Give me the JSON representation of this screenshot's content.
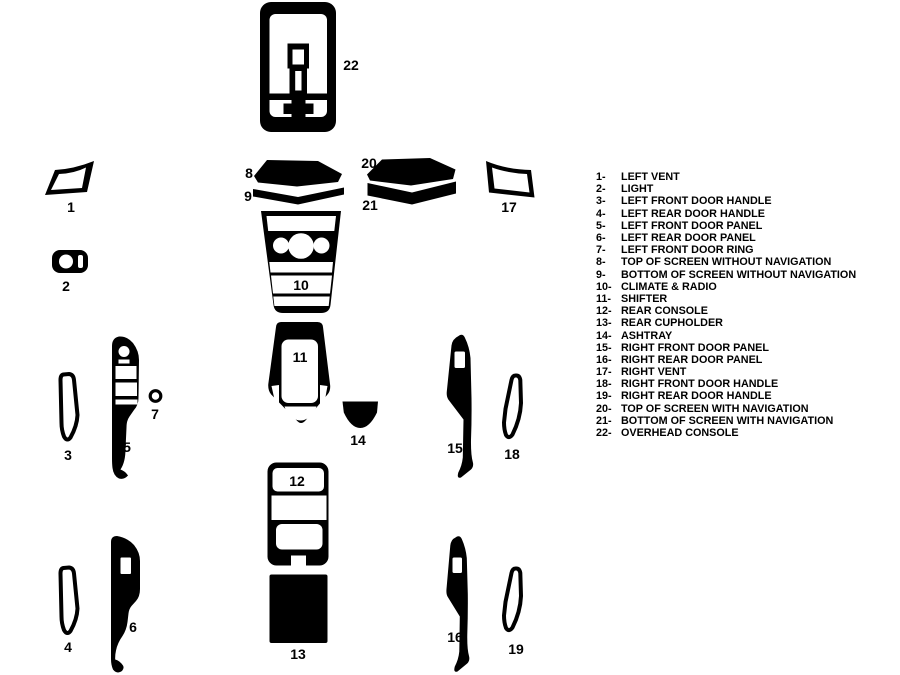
{
  "colors": {
    "ink": "#000000",
    "paper": "#ffffff"
  },
  "diagram": {
    "part_numbers": [
      "1",
      "2",
      "3",
      "4",
      "5",
      "6",
      "7",
      "8",
      "9",
      "10",
      "11",
      "12",
      "13",
      "14",
      "15",
      "16",
      "17",
      "18",
      "19",
      "20",
      "21",
      "22"
    ]
  },
  "legend": {
    "items": [
      {
        "num": "1-",
        "label": "LEFT VENT"
      },
      {
        "num": "2-",
        "label": "LIGHT"
      },
      {
        "num": "3-",
        "label": "LEFT FRONT DOOR HANDLE"
      },
      {
        "num": "4-",
        "label": "LEFT REAR DOOR HANDLE"
      },
      {
        "num": "5-",
        "label": "LEFT FRONT DOOR PANEL"
      },
      {
        "num": "6-",
        "label": "LEFT REAR DOOR PANEL"
      },
      {
        "num": "7-",
        "label": "LEFT FRONT DOOR RING"
      },
      {
        "num": "8-",
        "label": "TOP OF SCREEN WITHOUT NAVIGATION"
      },
      {
        "num": "9-",
        "label": "BOTTOM OF SCREEN WITHOUT NAVIGATION"
      },
      {
        "num": "10-",
        "label": "CLIMATE & RADIO"
      },
      {
        "num": "11-",
        "label": "SHIFTER"
      },
      {
        "num": "12-",
        "label": "REAR CONSOLE"
      },
      {
        "num": "13-",
        "label": "REAR CUPHOLDER"
      },
      {
        "num": "14-",
        "label": "ASHTRAY"
      },
      {
        "num": "15-",
        "label": "RIGHT FRONT DOOR PANEL"
      },
      {
        "num": "16-",
        "label": "RIGHT REAR DOOR PANEL"
      },
      {
        "num": "17-",
        "label": "RIGHT VENT"
      },
      {
        "num": "18-",
        "label": "RIGHT FRONT DOOR HANDLE"
      },
      {
        "num": "19-",
        "label": "RIGHT REAR DOOR HANDLE"
      },
      {
        "num": "20-",
        "label": "TOP OF SCREEN WITH NAVIGATION"
      },
      {
        "num": "21-",
        "label": "BOTTOM OF SCREEN WITH NAVIGATION"
      },
      {
        "num": "22-",
        "label": "OVERHEAD CONSOLE"
      }
    ]
  }
}
